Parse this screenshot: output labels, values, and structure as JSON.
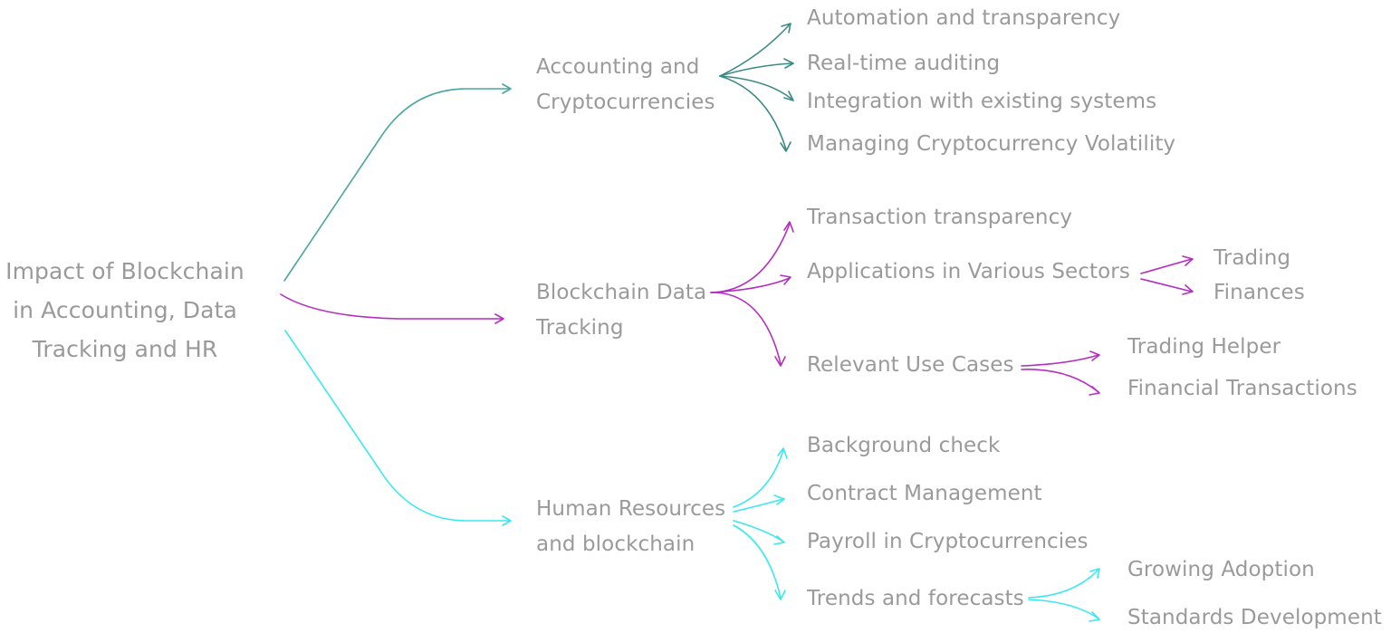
{
  "colors": {
    "text": "#9a9a9a",
    "accounting": "#4aa6a0",
    "accounting_dark": "#3b8a86",
    "tracking": "#b52ec2",
    "hr": "#3ae8ef"
  },
  "root": {
    "label": "Impact of Blockchain in Accounting, Data Tracking and HR"
  },
  "branches": [
    {
      "label": "Accounting and Cryptocurrencies",
      "children": [
        {
          "label": "Automation and transparency"
        },
        {
          "label": "Real-time auditing"
        },
        {
          "label": "Integration with existing systems"
        },
        {
          "label": "Managing Cryptocurrency Volatility"
        }
      ]
    },
    {
      "label": "Blockchain Data Tracking",
      "children": [
        {
          "label": "Transaction transparency"
        },
        {
          "label": "Applications in Various Sectors",
          "children": [
            {
              "label": "Trading"
            },
            {
              "label": "Finances"
            }
          ]
        },
        {
          "label": "Relevant Use Cases",
          "children": [
            {
              "label": "Trading Helper"
            },
            {
              "label": "Financial Transactions"
            }
          ]
        }
      ]
    },
    {
      "label": "Human Resources and blockchain",
      "children": [
        {
          "label": "Background check"
        },
        {
          "label": "Contract Management"
        },
        {
          "label": "Payroll in Cryptocurrencies"
        },
        {
          "label": "Trends and forecasts",
          "children": [
            {
              "label": "Growing Adoption"
            },
            {
              "label": "Standards Development"
            }
          ]
        }
      ]
    }
  ]
}
